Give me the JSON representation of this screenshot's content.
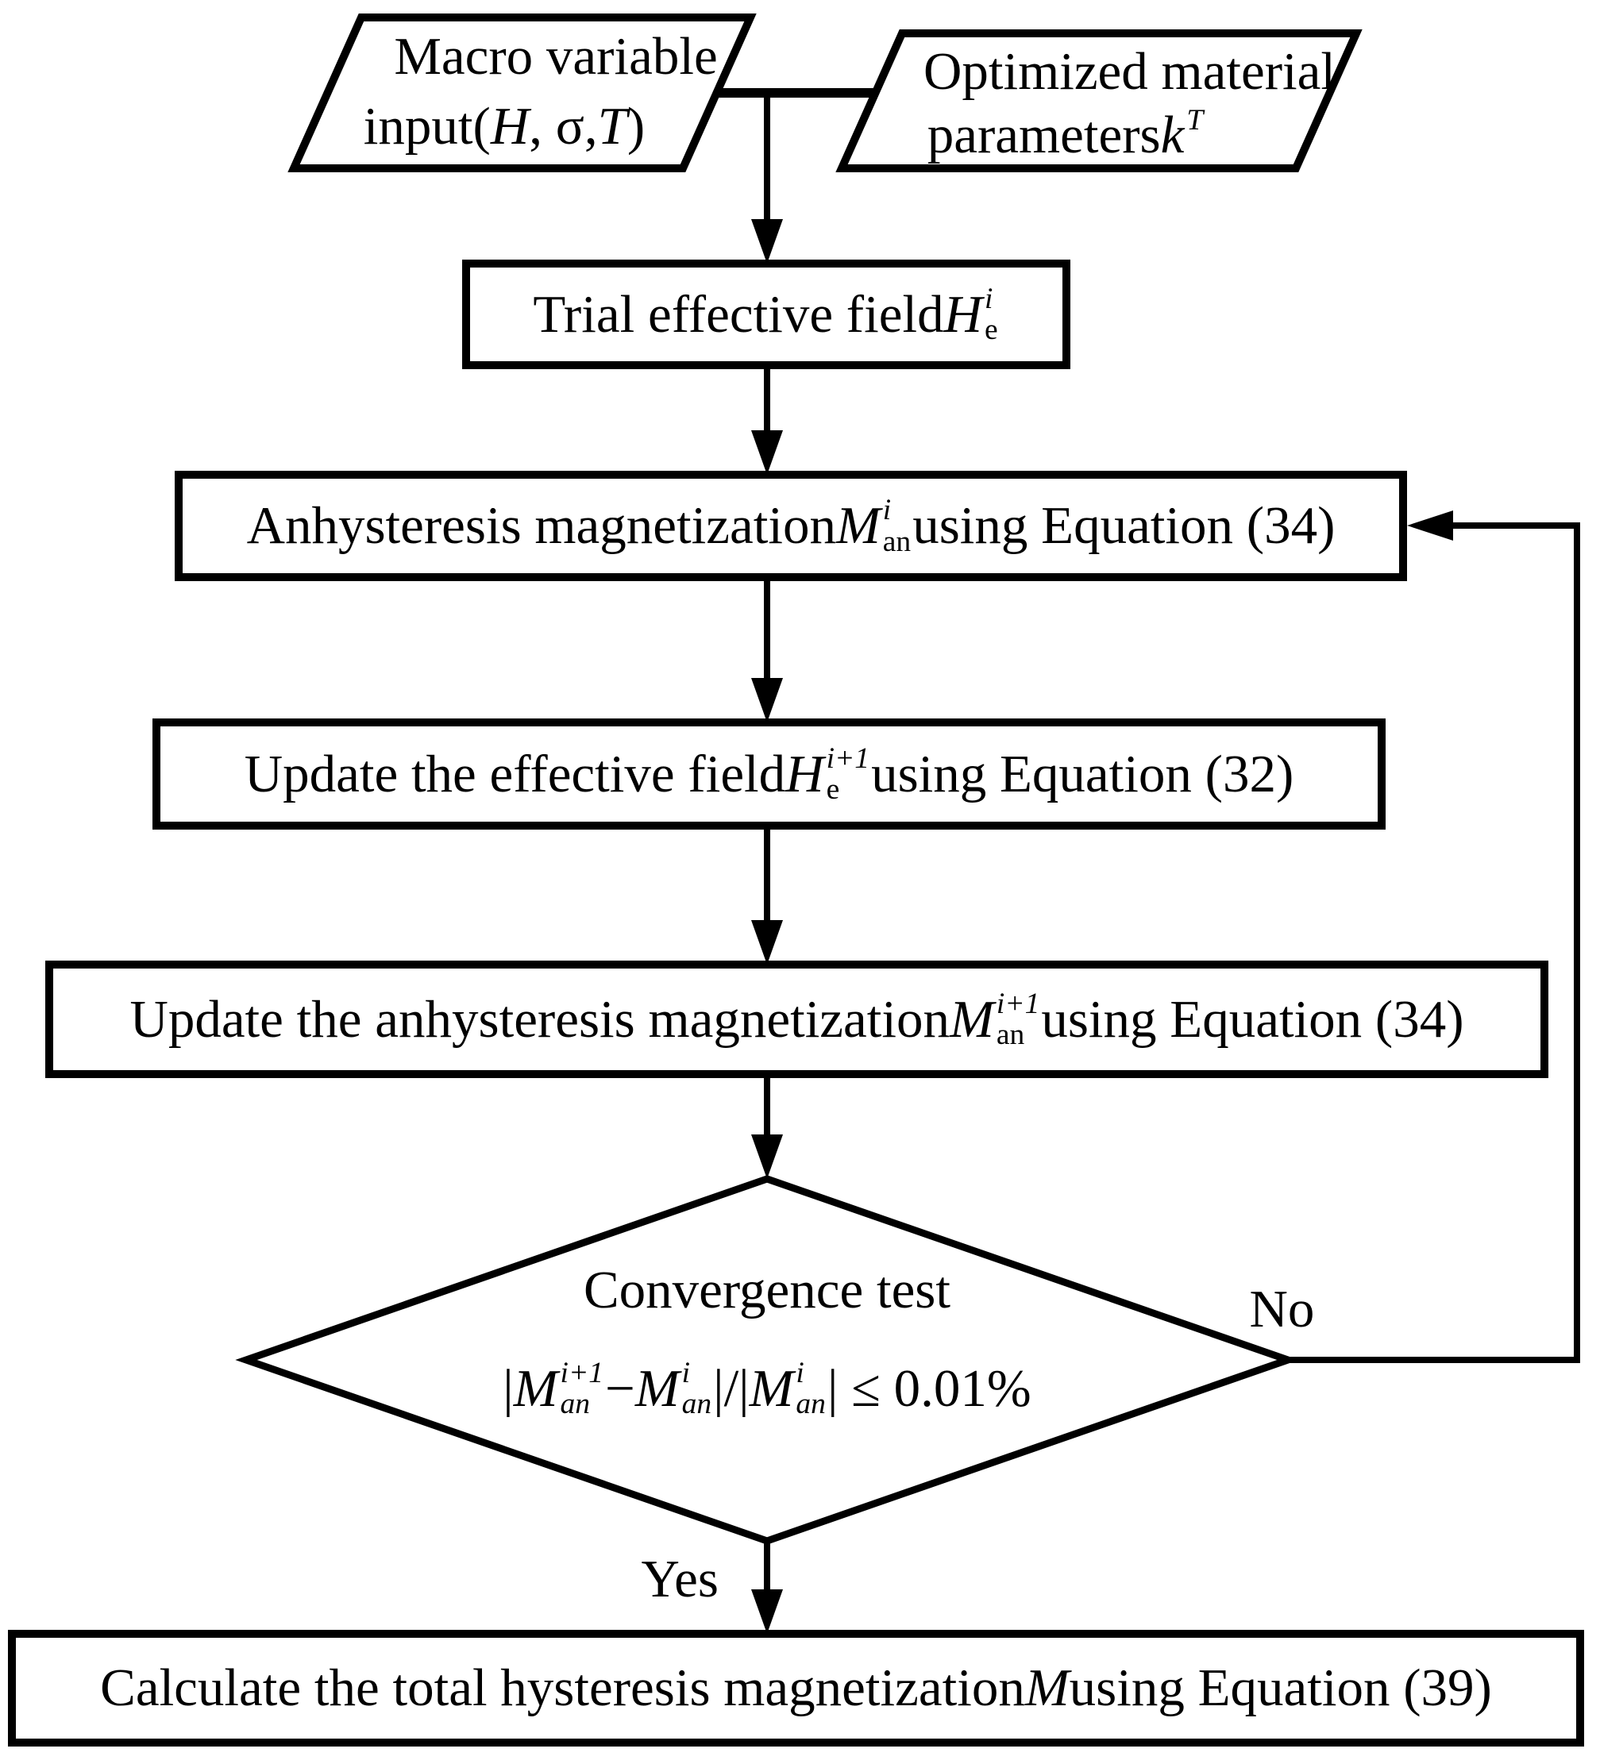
{
  "figure": {
    "background": "#ffffff",
    "ink": "#000000",
    "nodes": {
      "macro_input": {
        "shape": "parallelogram",
        "lines": [
          [
            {
              "t": "Macro variable"
            }
          ],
          [
            {
              "t": "input("
            },
            {
              "t": "H",
              "i": true
            },
            {
              "t": ", σ, "
            },
            {
              "t": "T",
              "i": true
            },
            {
              "t": ")"
            }
          ]
        ]
      },
      "optimized_params": {
        "shape": "parallelogram",
        "lines": [
          [
            {
              "t": "Optimized material"
            }
          ],
          [
            {
              "t": "parameters "
            },
            {
              "t": "k",
              "i": true,
              "sup": "T"
            }
          ]
        ]
      },
      "trial_field": {
        "shape": "rect",
        "lines": [
          [
            {
              "t": "Trial effective field "
            },
            {
              "t": "H",
              "i": true,
              "sup": "i",
              "sub": "e"
            }
          ]
        ]
      },
      "anhysteresis": {
        "shape": "rect",
        "lines": [
          [
            {
              "t": "Anhysteresis magnetization "
            },
            {
              "t": "M",
              "i": true,
              "sup": "i",
              "sub": "an"
            },
            {
              "t": " using Equation (34)"
            }
          ]
        ]
      },
      "update_field": {
        "shape": "rect",
        "lines": [
          [
            {
              "t": "Update the effective field "
            },
            {
              "t": "H",
              "i": true,
              "sup": "i+1",
              "sub": "e"
            },
            {
              "t": "  using Equation (32)"
            }
          ]
        ]
      },
      "update_anhysteresis": {
        "shape": "rect",
        "lines": [
          [
            {
              "t": "Update the anhysteresis magnetization "
            },
            {
              "t": "M",
              "i": true,
              "sup": "i+1",
              "sub": "an"
            },
            {
              "t": " using Equation (34)"
            }
          ]
        ]
      },
      "convergence": {
        "shape": "diamond",
        "lines": [
          [
            {
              "t": "Convergence test"
            }
          ],
          [
            {
              "t": "|"
            },
            {
              "t": "M",
              "i": true,
              "sup": "i+1",
              "sub": "an",
              "subi": true
            },
            {
              "t": " − "
            },
            {
              "t": "M",
              "i": true,
              "sup": "i",
              "sub": "an",
              "subi": true
            },
            {
              "t": "|/|"
            },
            {
              "t": "M",
              "i": true,
              "sup": "i",
              "sub": "an",
              "subi": true
            },
            {
              "t": "| ≤ 0.01%"
            }
          ]
        ]
      },
      "calculate": {
        "shape": "rect",
        "lines": [
          [
            {
              "t": "Calculate the total hysteresis magnetization "
            },
            {
              "t": "M",
              "i": true
            },
            {
              "t": " using Equation (39)"
            }
          ]
        ]
      }
    },
    "edge_labels": {
      "no": "No",
      "yes": "Yes"
    }
  }
}
